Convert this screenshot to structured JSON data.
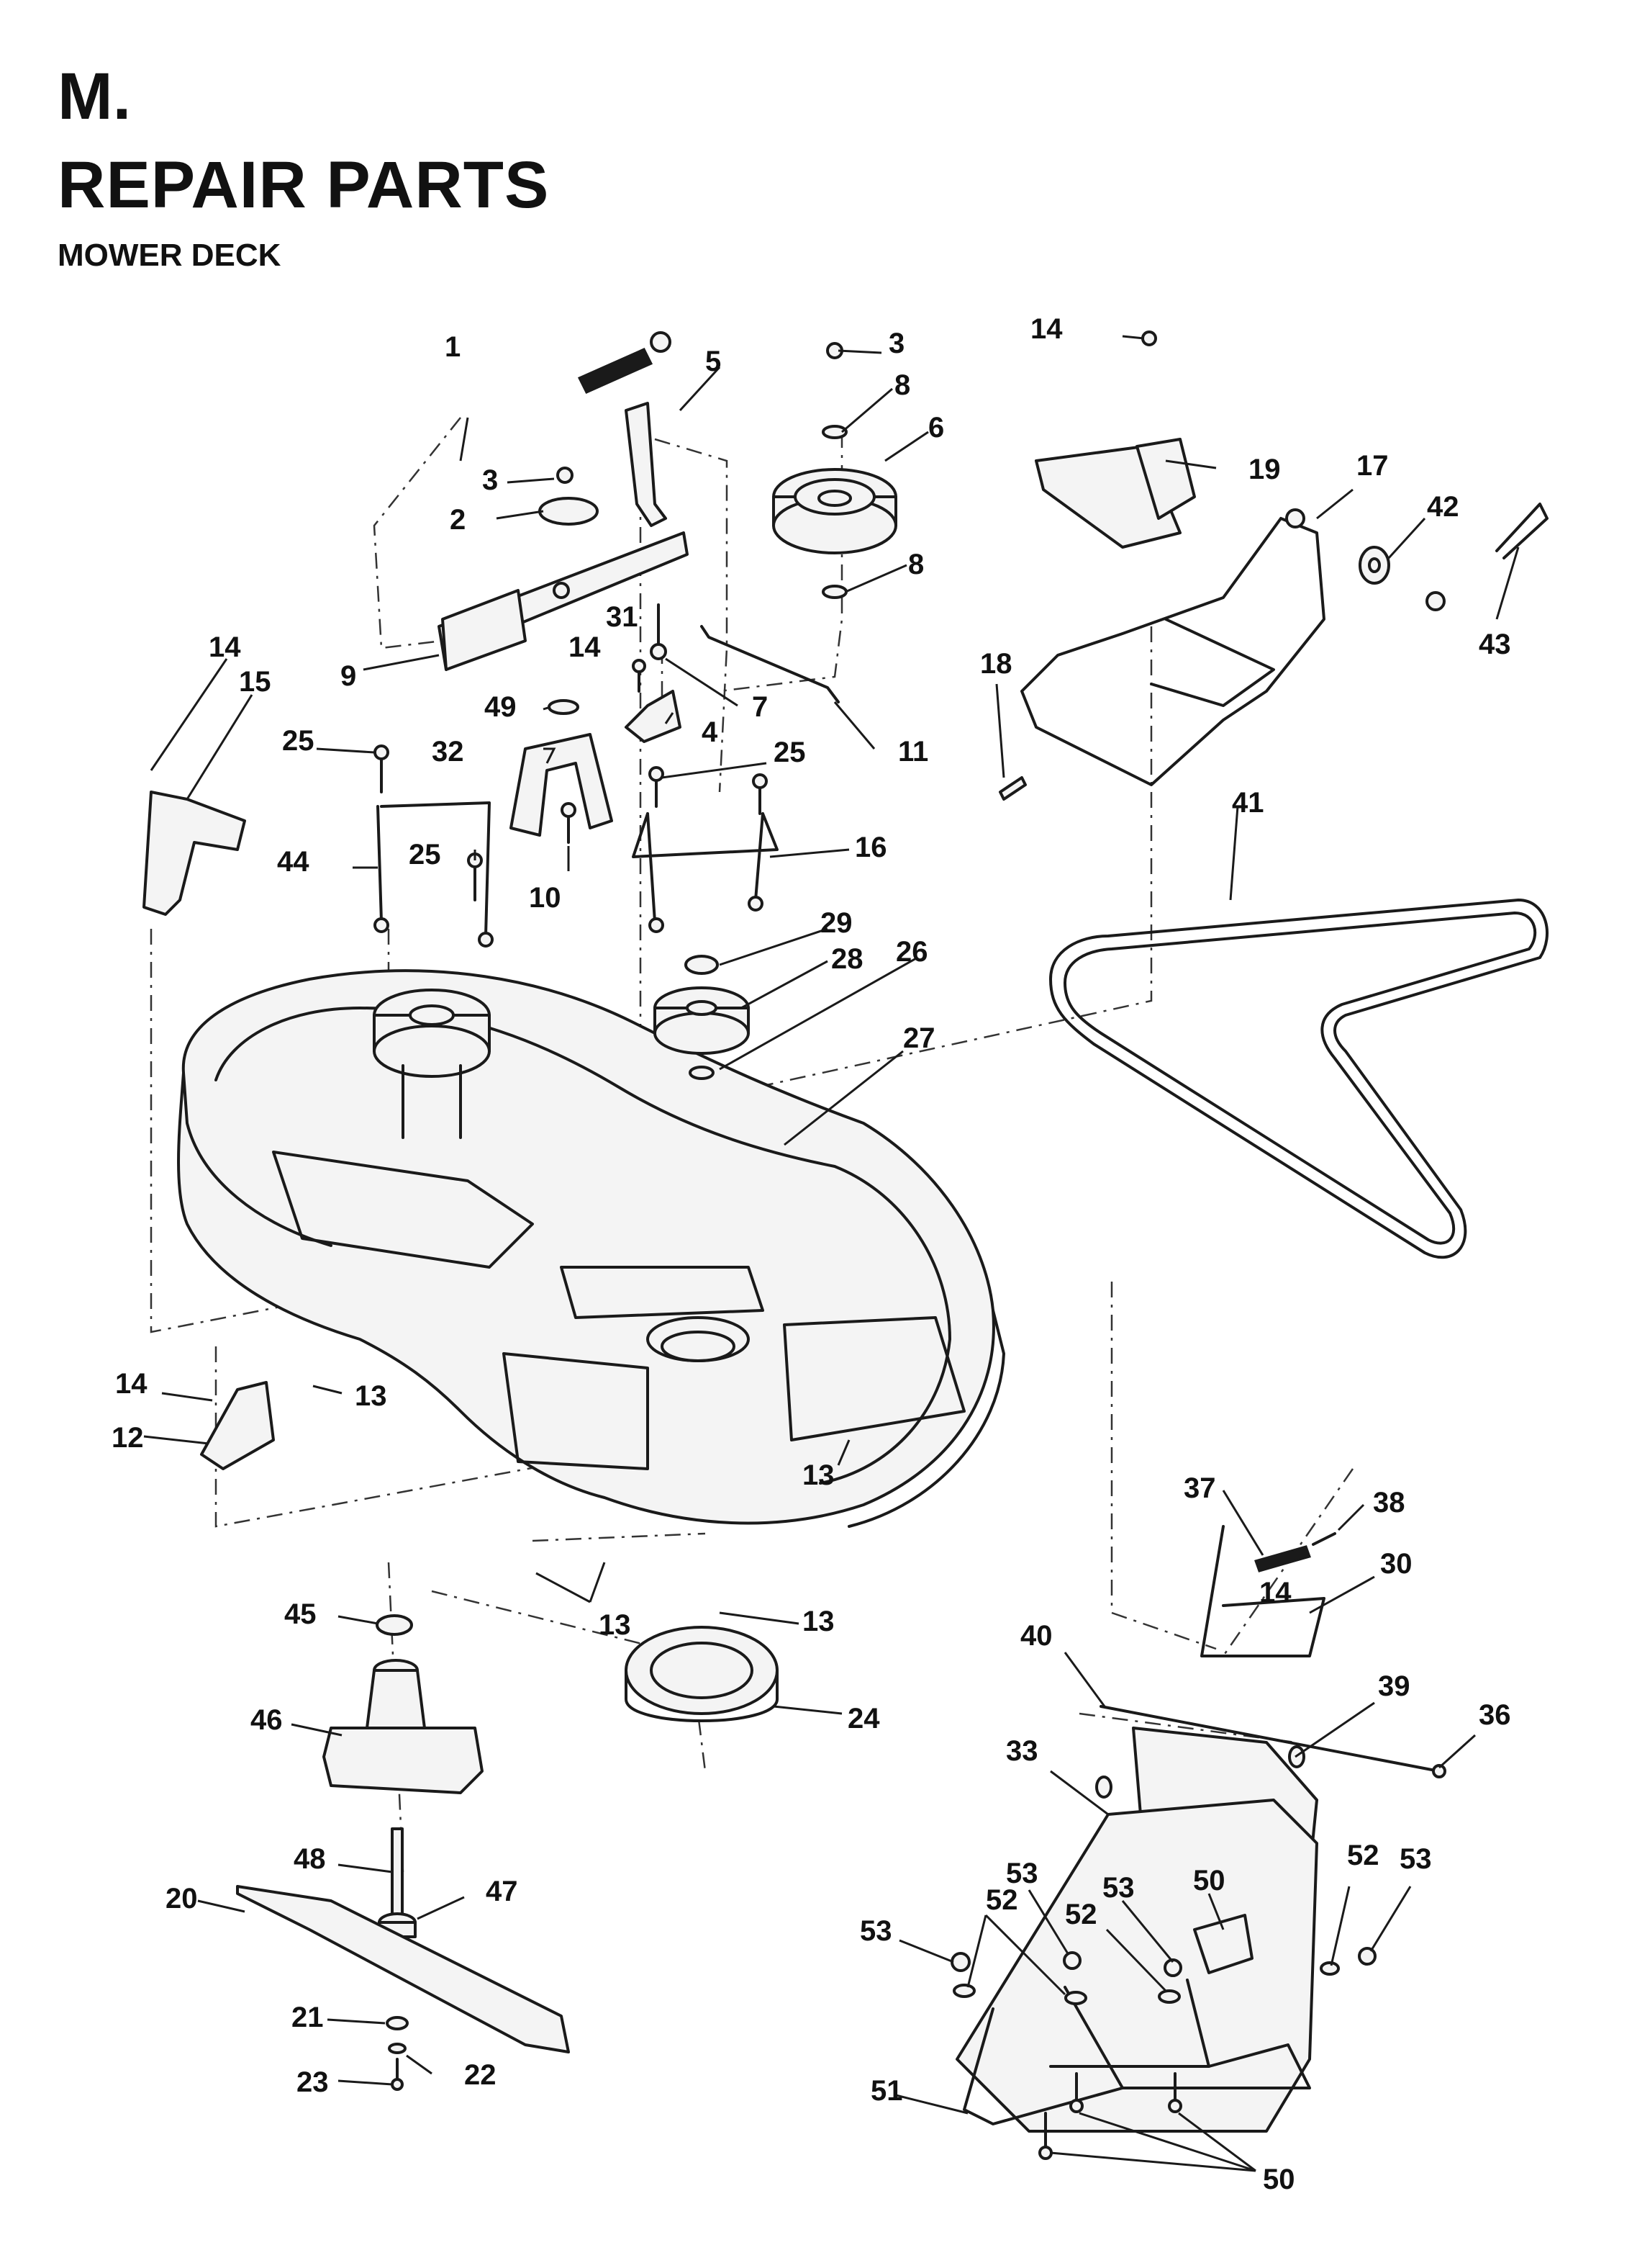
{
  "header": {
    "section": "M.",
    "title": "REPAIR PARTS",
    "subtitle": "MOWER DECK"
  },
  "callouts": [
    {
      "id": "c1",
      "text": "1"
    },
    {
      "id": "c2",
      "text": "2"
    },
    {
      "id": "c3a",
      "text": "3"
    },
    {
      "id": "c3b",
      "text": "3"
    },
    {
      "id": "c4",
      "text": "4"
    },
    {
      "id": "c5",
      "text": "5"
    },
    {
      "id": "c6",
      "text": "6"
    },
    {
      "id": "c7",
      "text": "7"
    },
    {
      "id": "c8a",
      "text": "8"
    },
    {
      "id": "c8b",
      "text": "8"
    },
    {
      "id": "c9",
      "text": "9"
    },
    {
      "id": "c10",
      "text": "10"
    },
    {
      "id": "c11",
      "text": "11"
    },
    {
      "id": "c12",
      "text": "12"
    },
    {
      "id": "c13a",
      "text": "13"
    },
    {
      "id": "c13b",
      "text": "13"
    },
    {
      "id": "c13c",
      "text": "13"
    },
    {
      "id": "c13d",
      "text": "13"
    },
    {
      "id": "c14a",
      "text": "14"
    },
    {
      "id": "c14b",
      "text": "14"
    },
    {
      "id": "c14c",
      "text": "14"
    },
    {
      "id": "c14d",
      "text": "14"
    },
    {
      "id": "c14e",
      "text": "14"
    },
    {
      "id": "c15",
      "text": "15"
    },
    {
      "id": "c16",
      "text": "16"
    },
    {
      "id": "c17",
      "text": "17"
    },
    {
      "id": "c18",
      "text": "18"
    },
    {
      "id": "c19",
      "text": "19"
    },
    {
      "id": "c20",
      "text": "20"
    },
    {
      "id": "c21",
      "text": "21"
    },
    {
      "id": "c22",
      "text": "22"
    },
    {
      "id": "c23",
      "text": "23"
    },
    {
      "id": "c24",
      "text": "24"
    },
    {
      "id": "c25a",
      "text": "25"
    },
    {
      "id": "c25b",
      "text": "25"
    },
    {
      "id": "c25c",
      "text": "25"
    },
    {
      "id": "c26",
      "text": "26"
    },
    {
      "id": "c27",
      "text": "27"
    },
    {
      "id": "c28",
      "text": "28"
    },
    {
      "id": "c29",
      "text": "29"
    },
    {
      "id": "c30",
      "text": "30"
    },
    {
      "id": "c31",
      "text": "31"
    },
    {
      "id": "c32",
      "text": "32"
    },
    {
      "id": "c33",
      "text": "33"
    },
    {
      "id": "c36",
      "text": "36"
    },
    {
      "id": "c37",
      "text": "37"
    },
    {
      "id": "c38",
      "text": "38"
    },
    {
      "id": "c39",
      "text": "39"
    },
    {
      "id": "c40",
      "text": "40"
    },
    {
      "id": "c41",
      "text": "41"
    },
    {
      "id": "c42",
      "text": "42"
    },
    {
      "id": "c43",
      "text": "43"
    },
    {
      "id": "c44",
      "text": "44"
    },
    {
      "id": "c45",
      "text": "45"
    },
    {
      "id": "c46",
      "text": "46"
    },
    {
      "id": "c47",
      "text": "47"
    },
    {
      "id": "c48",
      "text": "48"
    },
    {
      "id": "c49",
      "text": "49"
    },
    {
      "id": "c50a",
      "text": "50"
    },
    {
      "id": "c50b",
      "text": "50"
    },
    {
      "id": "c51",
      "text": "51"
    },
    {
      "id": "c52a",
      "text": "52"
    },
    {
      "id": "c52b",
      "text": "52"
    },
    {
      "id": "c52c",
      "text": "52"
    },
    {
      "id": "c53a",
      "text": "53"
    },
    {
      "id": "c53b",
      "text": "53"
    },
    {
      "id": "c53c",
      "text": "53"
    },
    {
      "id": "c53d",
      "text": "53"
    }
  ]
}
